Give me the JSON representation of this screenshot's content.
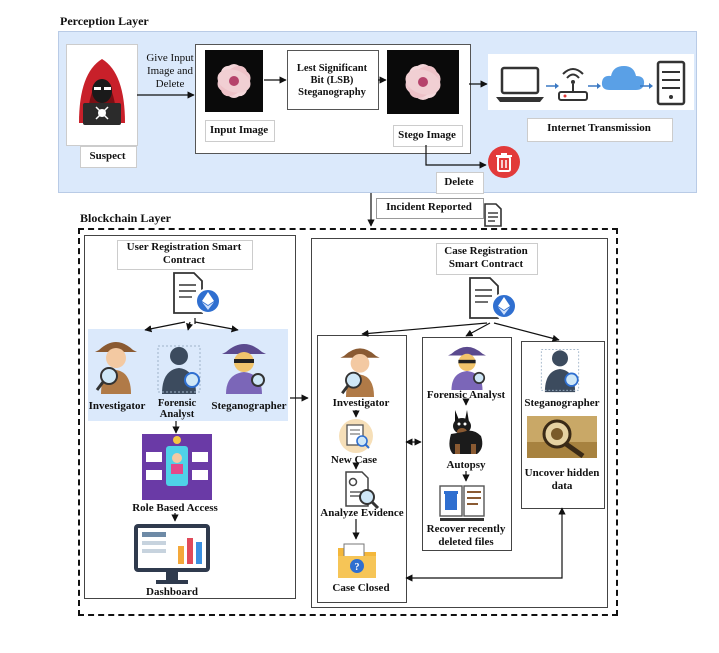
{
  "perception": {
    "title": "Perception Layer",
    "give_input": "Give Input Image and Delete",
    "suspect": "Suspect",
    "input_image": "Input Image",
    "lsb": "Lest Significant Bit (LSB) Steganography",
    "stego_image": "Stego Image",
    "delete": "Delete",
    "internet": "Internet Transmission",
    "incident": "Incident Reported"
  },
  "blockchain": {
    "title": "Blockchain Layer",
    "user_reg": "User Registration Smart Contract",
    "investigator": "Investigator",
    "forensic": "Forensic Analyst",
    "steganographer": "Steganographer",
    "role_access": "Role Based Access",
    "dashboard": "Dashboard",
    "case_reg": "Case Registration Smart Contract",
    "case_investigator": "Investigator",
    "new_case": "New Case",
    "analyze": "Analyze Evidence",
    "case_closed": "Case Closed",
    "case_forensic": "Forensic Analyst",
    "autopsy": "Autopsy",
    "recover": "Recover recently deleted files",
    "case_steg": "Steganographer",
    "uncover": "Uncover hidden data"
  },
  "colors": {
    "panel_blue": "#dbe9fb",
    "hood_red": "#c8202a",
    "delete_red": "#e23a3a",
    "eth_blue": "#2f6fd0",
    "cloud_blue": "#5aa0e6"
  }
}
